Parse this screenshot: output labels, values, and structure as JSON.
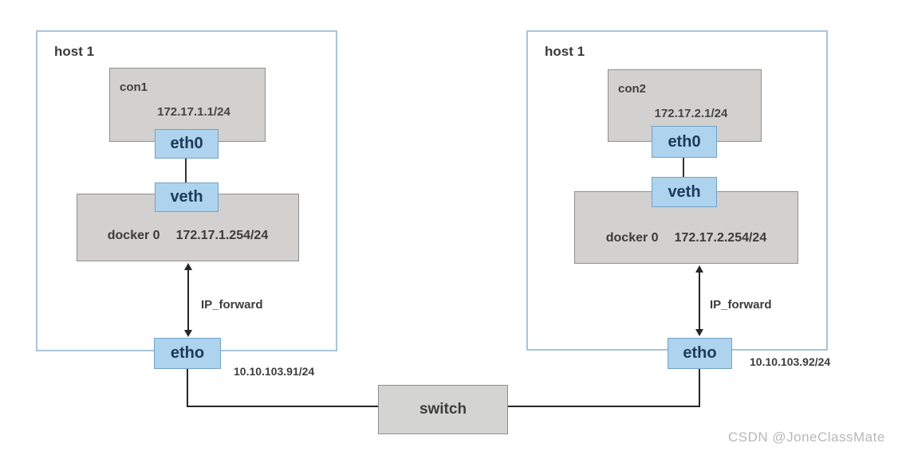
{
  "watermark": "CSDN @JoneClassMate",
  "switch_label": "switch",
  "hosts": [
    {
      "title": "host 1",
      "container_name": "con1",
      "container_ip": "172.17.1.1/24",
      "container_interface": "eth0",
      "veth_label": "veth",
      "bridge_name": "docker 0",
      "bridge_ip": "172.17.1.254/24",
      "forward_label": "IP_forward",
      "host_interface": "etho",
      "host_ip": "10.10.103.91/24"
    },
    {
      "title": "host 1",
      "container_name": "con2",
      "container_ip": "172.17.2.1/24",
      "container_interface": "eth0",
      "veth_label": "veth",
      "bridge_name": "docker 0",
      "bridge_ip": "172.17.2.254/24",
      "forward_label": "IP_forward",
      "host_interface": "etho",
      "host_ip": "10.10.103.92/24"
    }
  ],
  "colors": {
    "host_border": "#a9c4da",
    "node_gray_fill": "#d2d1cf",
    "node_gray_border": "#8f8f8f",
    "node_blue_fill": "#aed3ee",
    "node_blue_border": "#74a2c5",
    "node_blue_text": "#1c3a5a",
    "line": "#262626",
    "watermark_text": "#b8b8b8"
  }
}
